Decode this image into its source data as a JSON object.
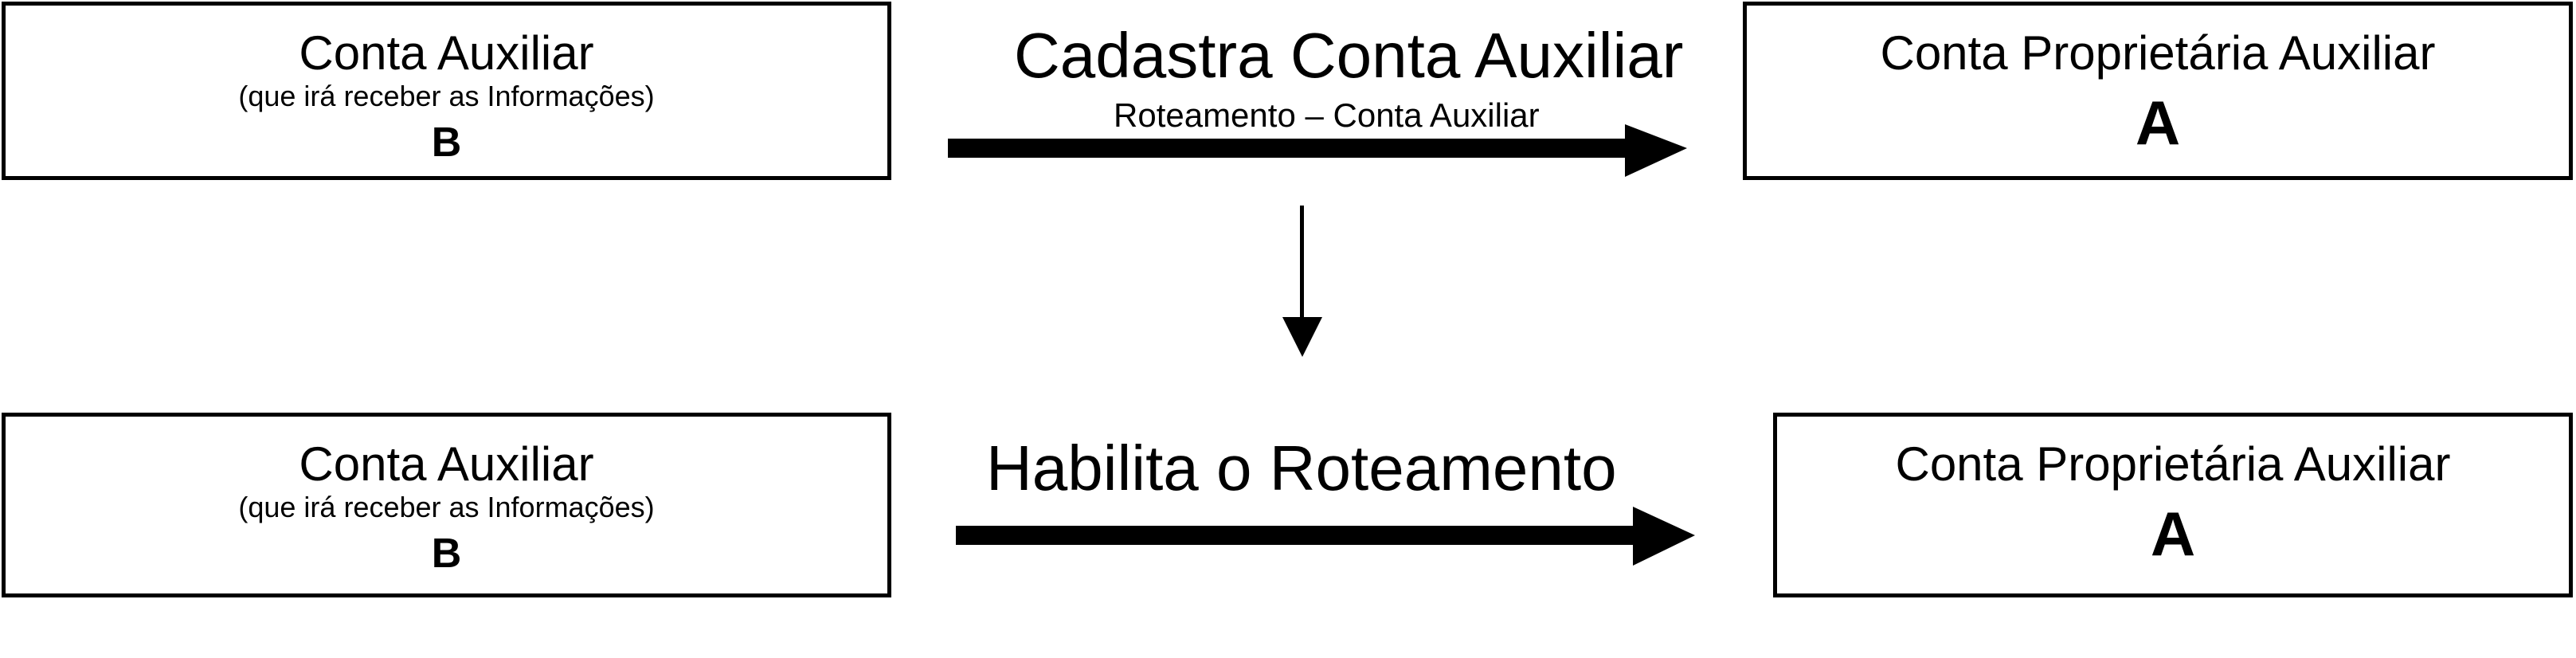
{
  "top_row": {
    "left_box": {
      "title": "Conta Auxiliar",
      "subtitle": "(que irá receber as Informações)",
      "letter": "B"
    },
    "arrow_label": "Cadastra Conta Auxiliar",
    "arrow_sublabel": "Roteamento – Conta Auxiliar",
    "right_box": {
      "title": "Conta Proprietária Auxiliar",
      "letter": "A"
    }
  },
  "bottom_row": {
    "left_box": {
      "title": "Conta Auxiliar",
      "subtitle": "(que irá receber as Informações)",
      "letter": "B"
    },
    "arrow_label": "Habilita o Roteamento",
    "right_box": {
      "title": "Conta Proprietária Auxiliar",
      "letter": "A"
    }
  },
  "colors": {
    "stroke": "#000000",
    "background": "#ffffff"
  }
}
